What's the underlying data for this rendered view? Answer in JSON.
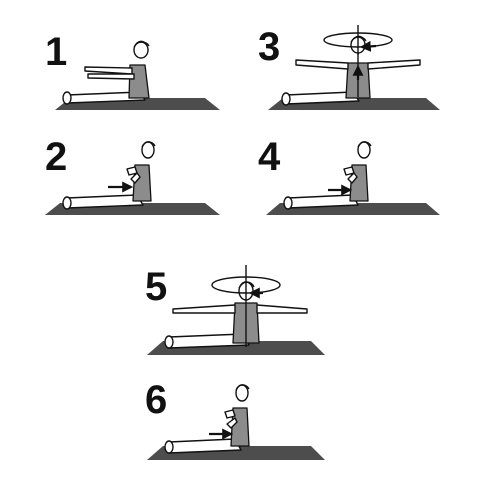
{
  "figure": {
    "steps": [
      {
        "number": "1",
        "pose": "arms-forward"
      },
      {
        "number": "2",
        "pose": "elbows-bent-pull"
      },
      {
        "number": "3",
        "pose": "arms-wide-rotate"
      },
      {
        "number": "4",
        "pose": "elbows-bent-pull"
      },
      {
        "number": "5",
        "pose": "arms-wide-rotate"
      },
      {
        "number": "6",
        "pose": "elbows-bent-pull"
      }
    ],
    "colors": {
      "mat": "#4d4d4d",
      "shirt": "#8c8c8c",
      "outline": "#111111"
    },
    "icons": {
      "rotation": "rotation-arrow-icon",
      "pull": "pull-arrow-icon"
    }
  }
}
